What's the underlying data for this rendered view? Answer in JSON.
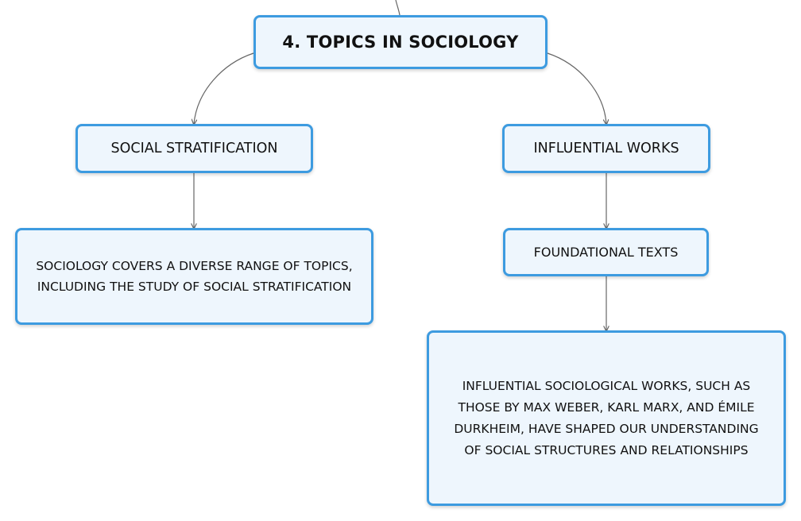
{
  "diagram": {
    "root": {
      "label": "4. TOPICS IN SOCIOLOGY"
    },
    "branches": [
      {
        "label": "SOCIAL STRATIFICATION",
        "detail": "SOCIOLOGY COVERS A DIVERSE RANGE OF TOPICS, INCLUDING THE STUDY OF SOCIAL STRATIFICATION"
      },
      {
        "label": "INFLUENTIAL WORKS",
        "child": {
          "label": "FOUNDATIONAL TEXTS",
          "detail": "INFLUENTIAL SOCIOLOGICAL WORKS, SUCH AS THOSE BY MAX WEBER, KARL MARX, AND ÉMILE DURKHEIM, HAVE SHAPED OUR UNDERSTANDING OF SOCIAL STRUCTURES AND RELATIONSHIPS"
        }
      }
    ],
    "colors": {
      "node_border": "#3d9be0",
      "node_fill": "#eef6fd",
      "connector": "#666666",
      "text": "#111111"
    }
  }
}
